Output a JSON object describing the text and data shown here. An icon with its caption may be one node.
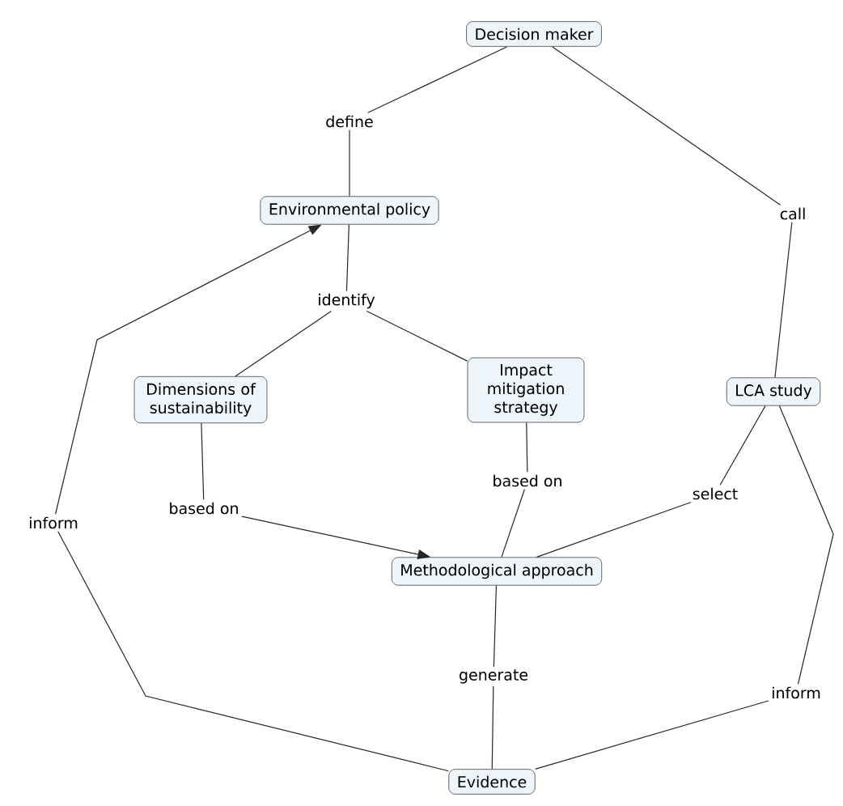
{
  "diagram": {
    "nodes": [
      {
        "text": [
          "Decision maker"
        ]
      },
      {
        "text": [
          "Environmental policy"
        ]
      },
      {
        "text": [
          "Dimensions of sustainability"
        ]
      },
      {
        "text": [
          "Impact mitigation strategy"
        ]
      },
      {
        "text": [
          "LCA study"
        ]
      },
      {
        "text": [
          "Methodological approach"
        ]
      },
      {
        "text": [
          "Evidence"
        ]
      },
      {
        "text": [
          "define"
        ]
      },
      {
        "text": [
          "call"
        ]
      },
      {
        "text": [
          "identify"
        ]
      },
      {
        "text": [
          "based on"
        ]
      },
      {
        "text": [
          "based on"
        ]
      },
      {
        "text": [
          "select"
        ]
      },
      {
        "text": [
          "inform"
        ]
      },
      {
        "text": [
          "generate"
        ]
      },
      {
        "text": [
          "inform"
        ]
      }
    ],
    "edges": [
      {
        "from": 0,
        "to": 7,
        "arrow": "none"
      },
      {
        "from": 7,
        "to": 1,
        "arrow": "none"
      },
      {
        "from": 0,
        "to": 8,
        "arrow": "none"
      },
      {
        "from": 8,
        "to": 4,
        "arrow": "none"
      },
      {
        "from": 1,
        "to": 9,
        "arrow": "none"
      },
      {
        "from": 9,
        "to": 2,
        "arrow": "none"
      },
      {
        "from": 9,
        "to": 3,
        "arrow": "none"
      },
      {
        "from": 2,
        "to": 10,
        "arrow": "none"
      },
      {
        "from": 10,
        "to": 5,
        "arrow": "to"
      },
      {
        "from": 3,
        "to": 11,
        "arrow": "none"
      },
      {
        "from": 11,
        "to": 5,
        "arrow": "none"
      },
      {
        "from": 4,
        "to": 12,
        "arrow": "none"
      },
      {
        "from": 12,
        "to": 5,
        "arrow": "none"
      },
      {
        "from": 5,
        "to": 14,
        "arrow": "none"
      },
      {
        "from": 14,
        "to": 6,
        "arrow": "none"
      },
      {
        "from": 6,
        "to": 13,
        "arrow": "none"
      },
      {
        "from": 13,
        "to": 1,
        "arrow": "to"
      },
      {
        "from": 6,
        "to": 15,
        "arrow": "none"
      },
      {
        "from": 15,
        "to": 4,
        "arrow": "none"
      }
    ]
  }
}
